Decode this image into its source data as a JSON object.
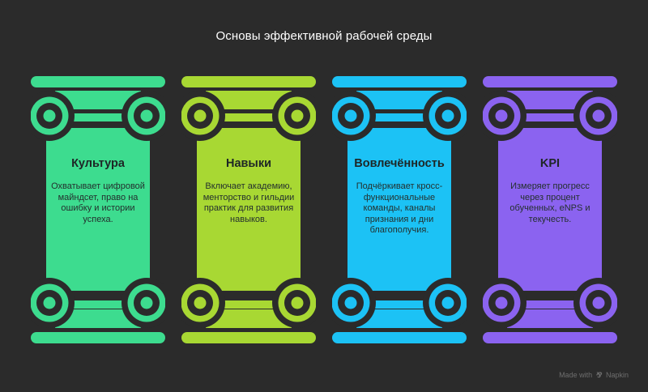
{
  "title": "Основы эффективной рабочей среды",
  "pillars": [
    {
      "heading": "Культура",
      "description": "Охватывает цифровой майндсет, право на ошибку и истории успеха.",
      "color": "#3ddc8f"
    },
    {
      "heading": "Навыки",
      "description": "Включает академию, менторство и гильдии практик для развития навыков.",
      "color": "#a8d833"
    },
    {
      "heading": "Вовлечённость",
      "description": "Подчёркивает кросс-функциональные команды, каналы признания и дни благополучия.",
      "color": "#1cc2f5"
    },
    {
      "heading": "KPI",
      "description": "Измеряет прогресс через процент обученных, eNPS и текучесть.",
      "color": "#8b63f0"
    }
  ],
  "footer": {
    "made_with": "Made with",
    "brand": "Napkin",
    "brand_icon": "napkin-logo-icon"
  }
}
